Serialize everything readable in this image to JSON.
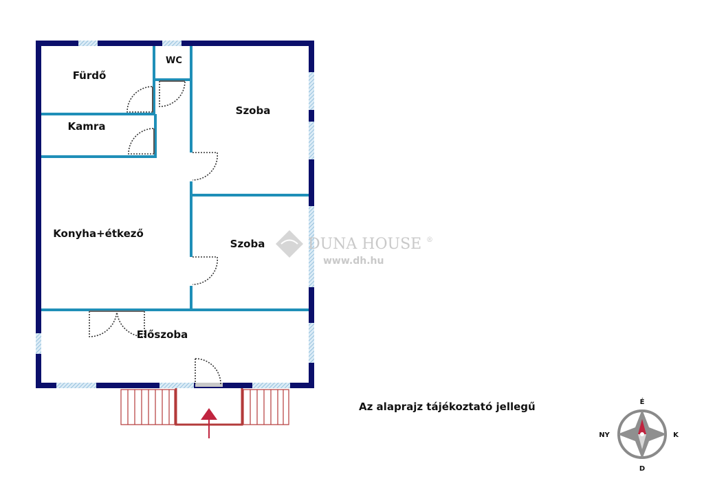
{
  "rooms": {
    "furdo": "Fürdő",
    "wc": "WC",
    "kamra": "Kamra",
    "szoba1": "Szoba",
    "konyha": "Konyha+étkező",
    "szoba2": "Szoba",
    "eloszoba": "Előszoba"
  },
  "watermark": {
    "brand": "DUNA HOUSE",
    "registered": "®",
    "url": "www.dh.hu"
  },
  "note": "Az alaprajz tájékoztató jellegű",
  "compass": {
    "north": "É",
    "south": "D",
    "east": "K",
    "west": "NY"
  },
  "colors": {
    "outer_wall": "#0b0f6b",
    "inner_wall": "#1f8fb8",
    "stairs": "#b33a3a",
    "entrance_arrow": "#c0243f"
  }
}
